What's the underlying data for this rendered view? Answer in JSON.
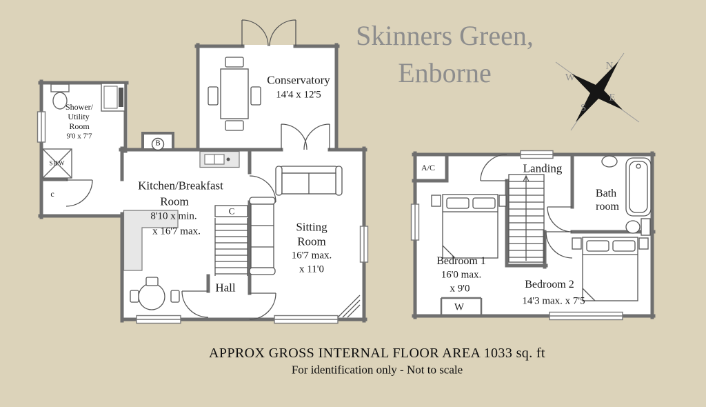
{
  "title": {
    "line1": "Skinners Green,",
    "line2": "Enborne"
  },
  "compass": {
    "n": "N",
    "e": "E",
    "s": "S",
    "w": "W"
  },
  "ground_floor": {
    "shower_utility": {
      "line1": "Shower/",
      "line2": "Utility",
      "line3": "Room",
      "dims": "9'0 x 7'7"
    },
    "shower_label": "SHW",
    "cupboard_small": "c",
    "boiler": "B",
    "conservatory": {
      "name": "Conservatory",
      "dims": "14'4 x 12'5"
    },
    "kitchen": {
      "line1": "Kitchen/Breakfast",
      "line2": "Room",
      "dims1": "8'10 x min.",
      "dims2": "x 16'7 max."
    },
    "cupboard": "C",
    "sitting_room": {
      "line1": "Sitting",
      "line2": "Room",
      "dims1": "16'7 max.",
      "dims2": "x 11'0"
    },
    "hall": "Hall"
  },
  "first_floor": {
    "airing_cupboard": "A/C",
    "landing": "Landing",
    "bathroom": {
      "line1": "Bath",
      "line2": "room"
    },
    "bedroom1": {
      "name": "Bedroom 1",
      "dims1": "16'0 max.",
      "dims2": "x 9'0"
    },
    "bedroom2": {
      "name": "Bedroom 2",
      "dims": "14'3 max. x 7'5"
    },
    "wardrobe": "W"
  },
  "footer": {
    "line1": "APPROX GROSS INTERNAL FLOOR AREA 1033 sq. ft",
    "line2": "For identification only - Not to scale"
  },
  "colors": {
    "background": "#dcd3ba",
    "walls": "#6f6f6f",
    "title_gray": "#8d8d8d",
    "compass_black": "#161616",
    "room_fill": "#ffffff"
  }
}
